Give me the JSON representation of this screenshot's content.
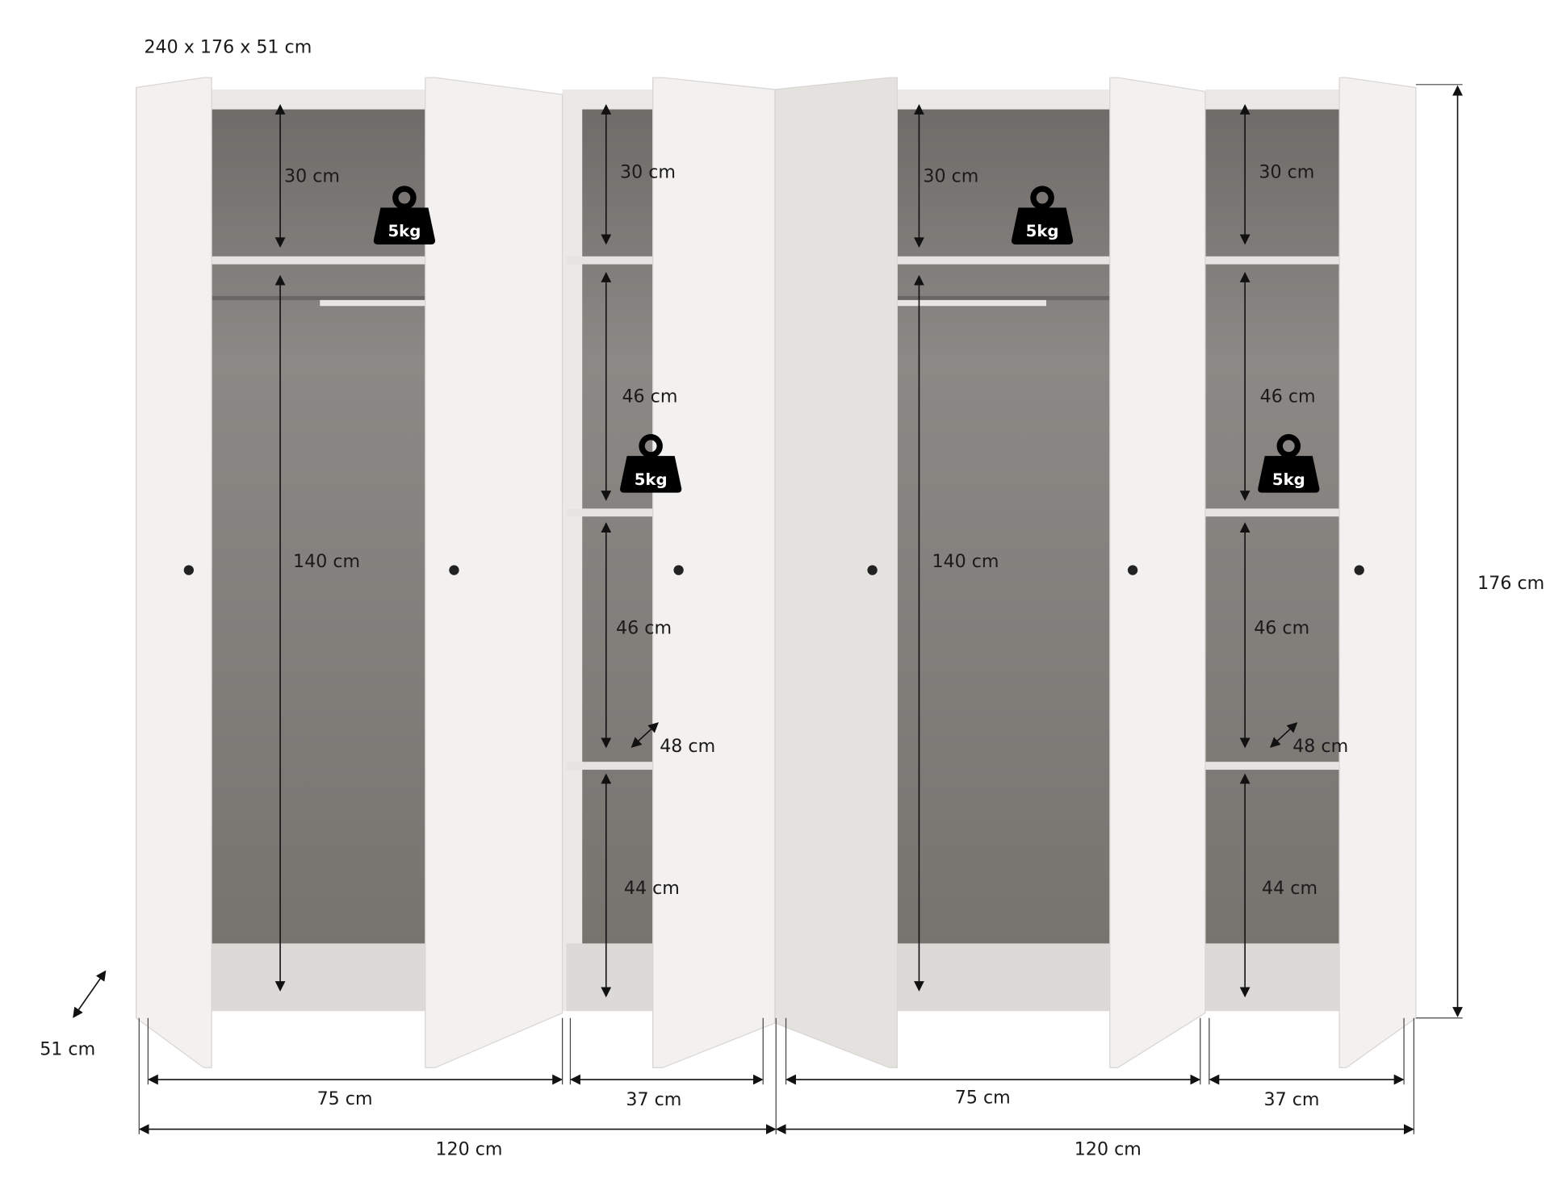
{
  "title": "240 x 176 x 51 cm",
  "overall": {
    "height": "176 cm",
    "depth": "51 cm"
  },
  "colors": {
    "interior": "#7f7b78",
    "panel": "#f3f1ef",
    "weight_badge": "#000000",
    "dimension_line": "#111111"
  },
  "sections": [
    {
      "compartment_width": "75 cm",
      "top_shelf": "30 cm",
      "hanging": "140 cm",
      "load": "5kg"
    },
    {
      "compartment_width": "37 cm",
      "shelves": [
        "30 cm",
        "46 cm",
        "46 cm",
        "44 cm"
      ],
      "shelf_depth": "48 cm",
      "load": "5kg"
    },
    {
      "compartment_width": "75 cm",
      "top_shelf": "30 cm",
      "hanging": "140 cm",
      "load": "5kg"
    },
    {
      "compartment_width": "37 cm",
      "shelves": [
        "30 cm",
        "46 cm",
        "46 cm",
        "44 cm"
      ],
      "shelf_depth": "48 cm",
      "load": "5kg"
    }
  ],
  "modules": [
    {
      "width": "120 cm"
    },
    {
      "width": "120 cm"
    }
  ],
  "icons": {
    "weight": "weight-icon",
    "arrow": "double-arrow-icon"
  }
}
